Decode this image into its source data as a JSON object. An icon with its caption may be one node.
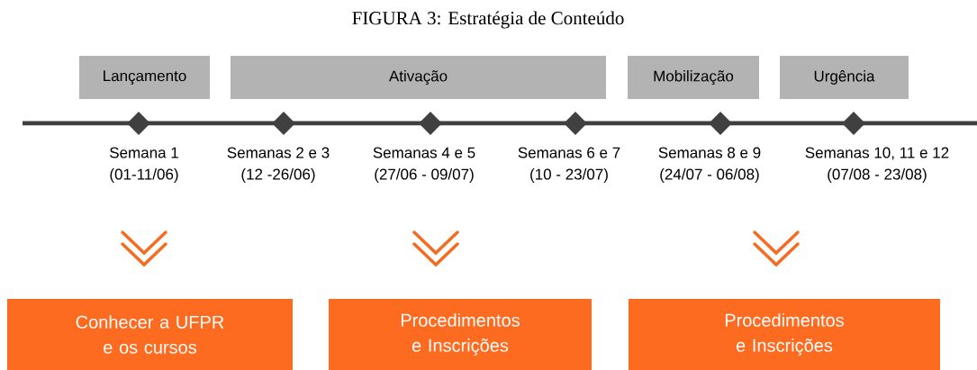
{
  "diagram": {
    "title": "FIGURA 3: Estratégia de Conteúdo",
    "nodes": [
      {
        "text": [
          "Lançamento"
        ]
      },
      {
        "text": [
          "Ativação"
        ]
      },
      {
        "text": [
          "Mobilização"
        ]
      },
      {
        "text": [
          "Urgência"
        ]
      },
      {
        "text": [],
        "shape": "diamond",
        "beside": [
          "Semana 1",
          "(01-11/06)"
        ]
      },
      {
        "text": [],
        "shape": "diamond",
        "beside": [
          "Semanas 2 e 3",
          "(12 -26/06)"
        ]
      },
      {
        "text": [],
        "shape": "diamond",
        "beside": [
          "Semanas 4 e 5",
          "(27/06 - 09/07)"
        ]
      },
      {
        "text": [],
        "shape": "diamond",
        "beside": [
          "Semanas 6 e 7",
          "(10 - 23/07)"
        ]
      },
      {
        "text": [],
        "shape": "diamond",
        "beside": [
          "Semanas 8 e 9",
          "(24/07 - 06/08)"
        ]
      },
      {
        "text": [],
        "shape": "diamond",
        "beside": [
          "Semanas 10, 11 e 12",
          "(07/08 - 23/08)"
        ]
      },
      {
        "text": [
          "Conhecer a UFPR e os cursos"
        ]
      },
      {
        "text": [
          "Procedimentos e Inscrições"
        ]
      },
      {
        "text": [
          "Procedimentos e Inscrições"
        ]
      }
    ]
  }
}
